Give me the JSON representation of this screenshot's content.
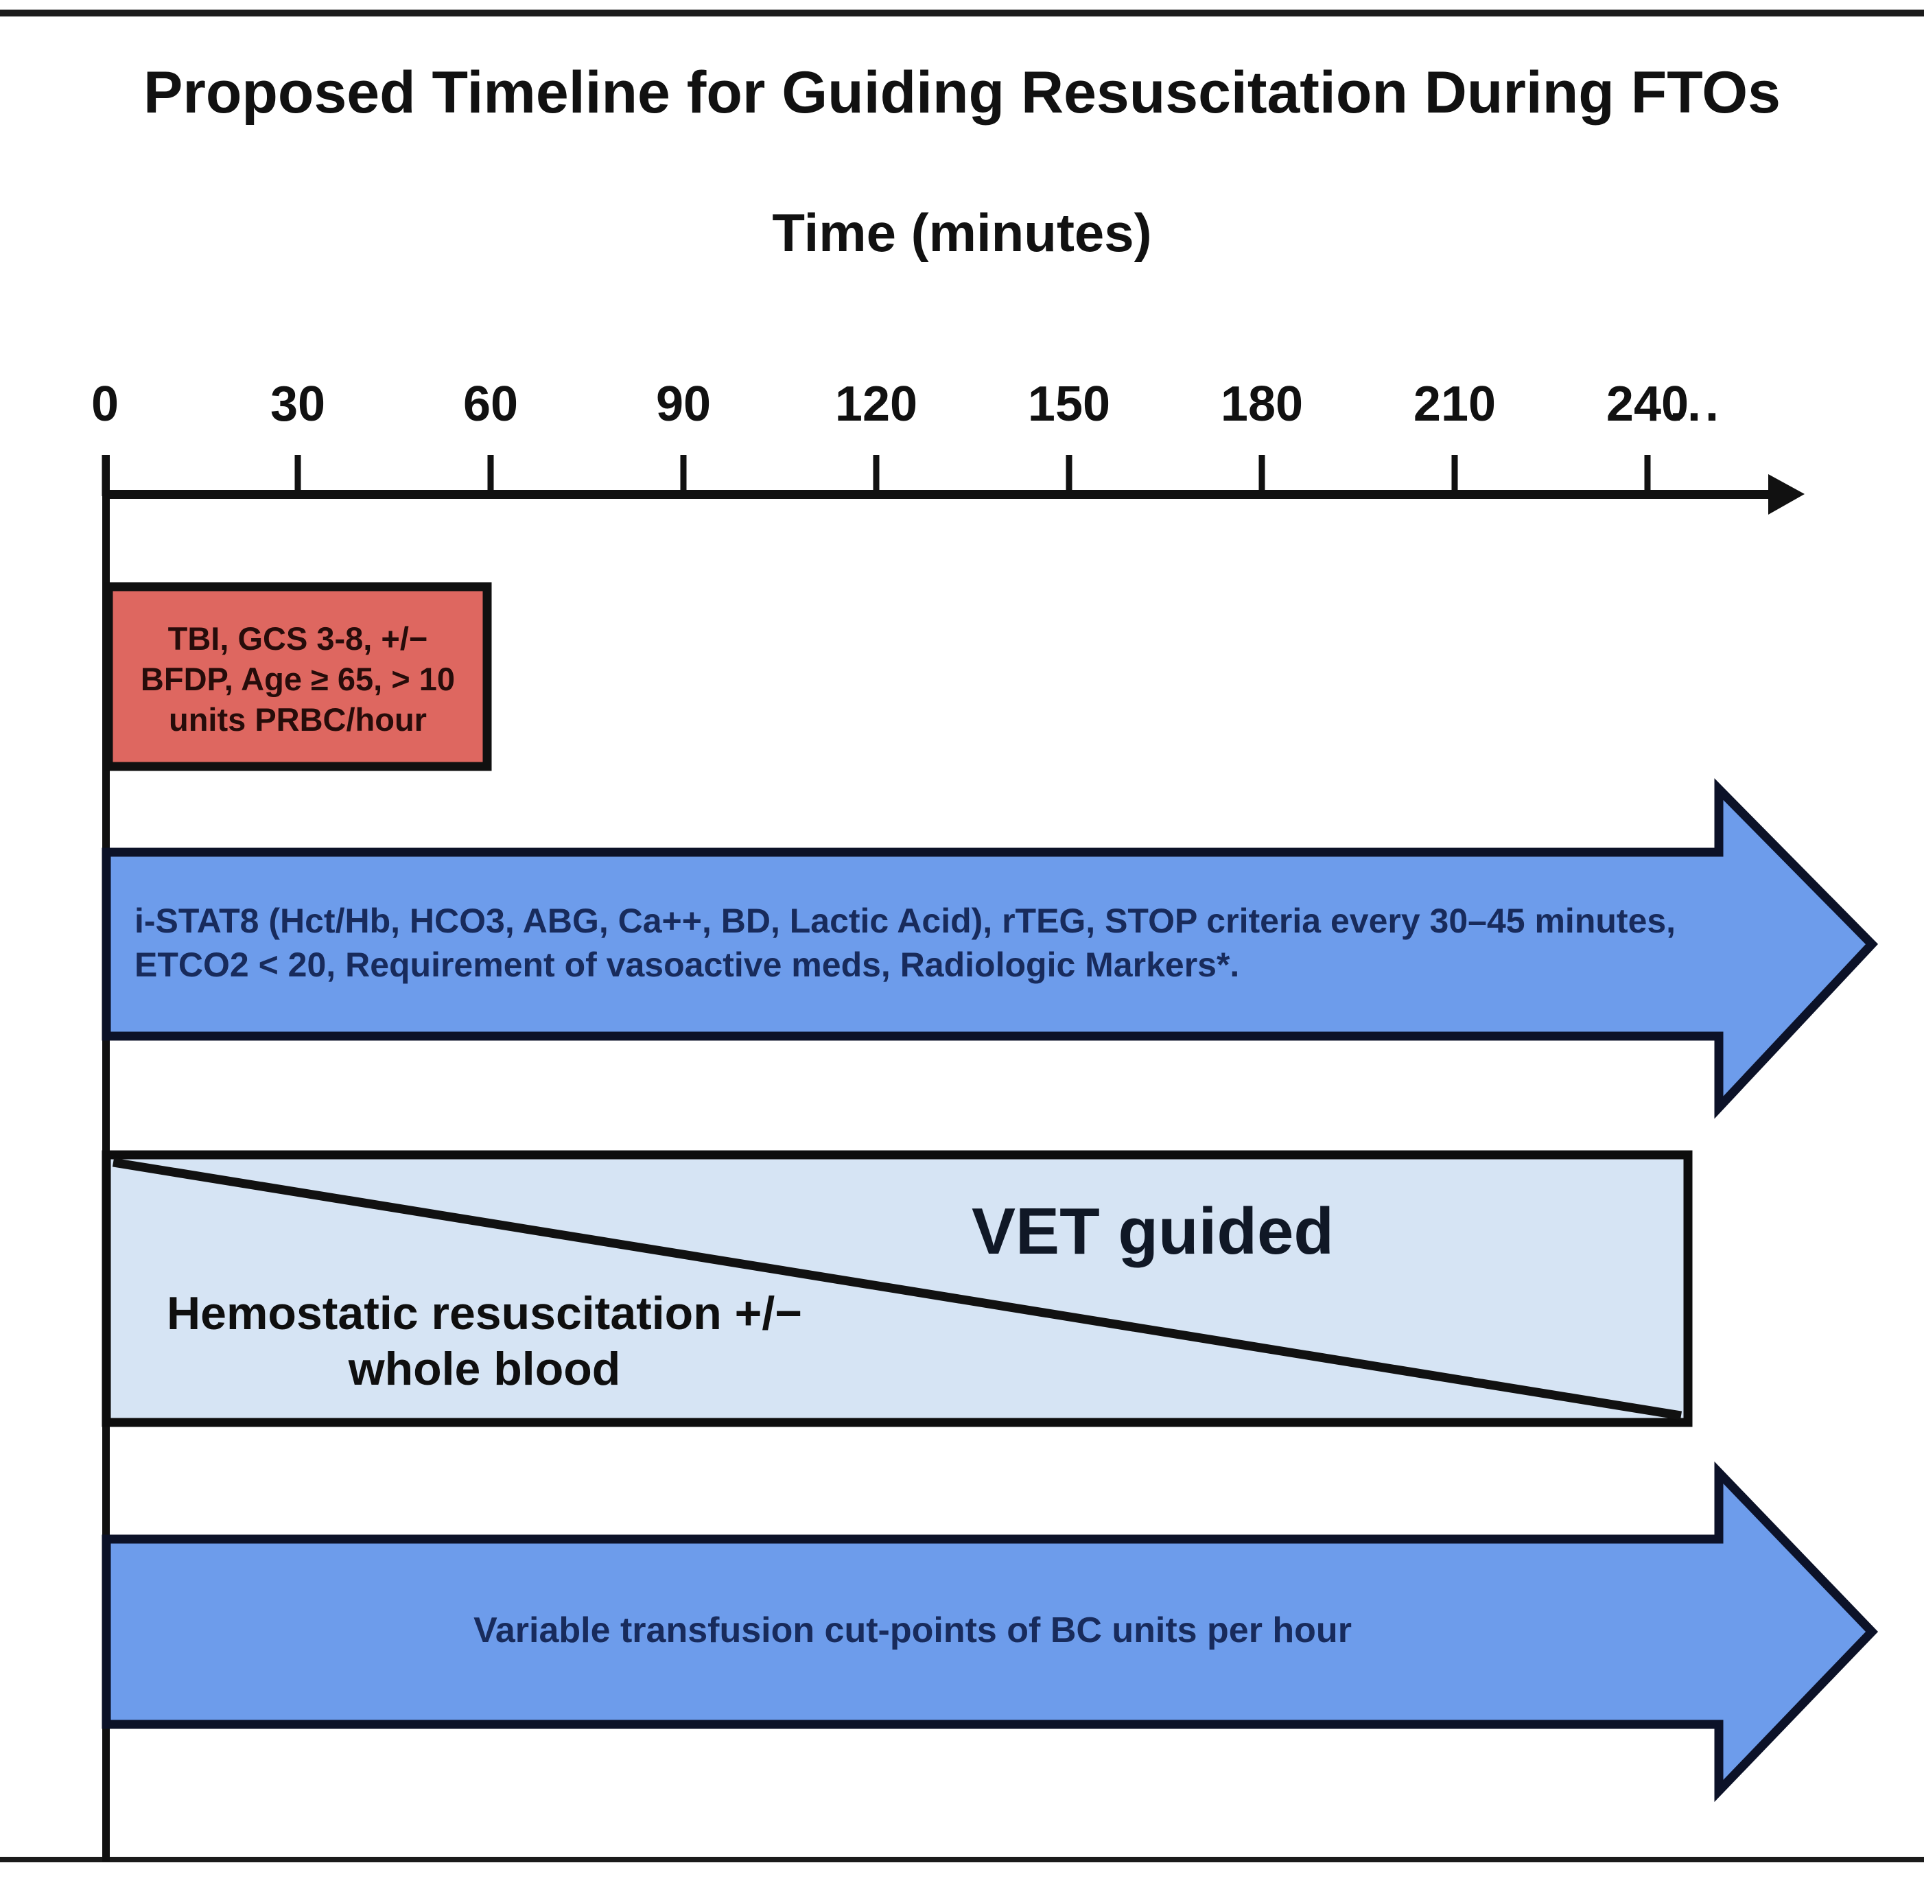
{
  "figure": {
    "title": "Proposed Timeline for Guiding Resuscitation During FTOs",
    "axis_title": "Time (minutes)",
    "axis": {
      "tick_labels": [
        "0",
        "30",
        "60",
        "90",
        "120",
        "150",
        "180",
        "210",
        "240"
      ],
      "ellipsis": "..."
    },
    "risk_box": {
      "lines": [
        "TBI, GCS 3-8, +/−",
        "BFDP, Age ≥ 65, > 10",
        "units PRBC/hour"
      ]
    },
    "monitoring_arrow": {
      "text": "i-STAT8 (Hct/Hb, HCO3, ABG, Ca++, BD, Lactic Acid), rTEG, STOP criteria every 30–45 minutes, ETCO2 < 20, Requirement of vasoactive meds, Radiologic Markers*."
    },
    "hemostatic_box": {
      "vet_label": "VET guided",
      "lines": [
        "Hemostatic resuscitation +/−",
        "whole blood"
      ]
    },
    "transfusion_arrow": {
      "text": "Variable transfusion cut-points of BC units per hour"
    }
  },
  "colors": {
    "arrow_blue": "#6d9ceb",
    "light_blue": "#d6e4f4",
    "risk_red": "#de6760",
    "outline_dark": "#0c1228",
    "navy_text": "#182b5c",
    "ink": "#111111"
  }
}
